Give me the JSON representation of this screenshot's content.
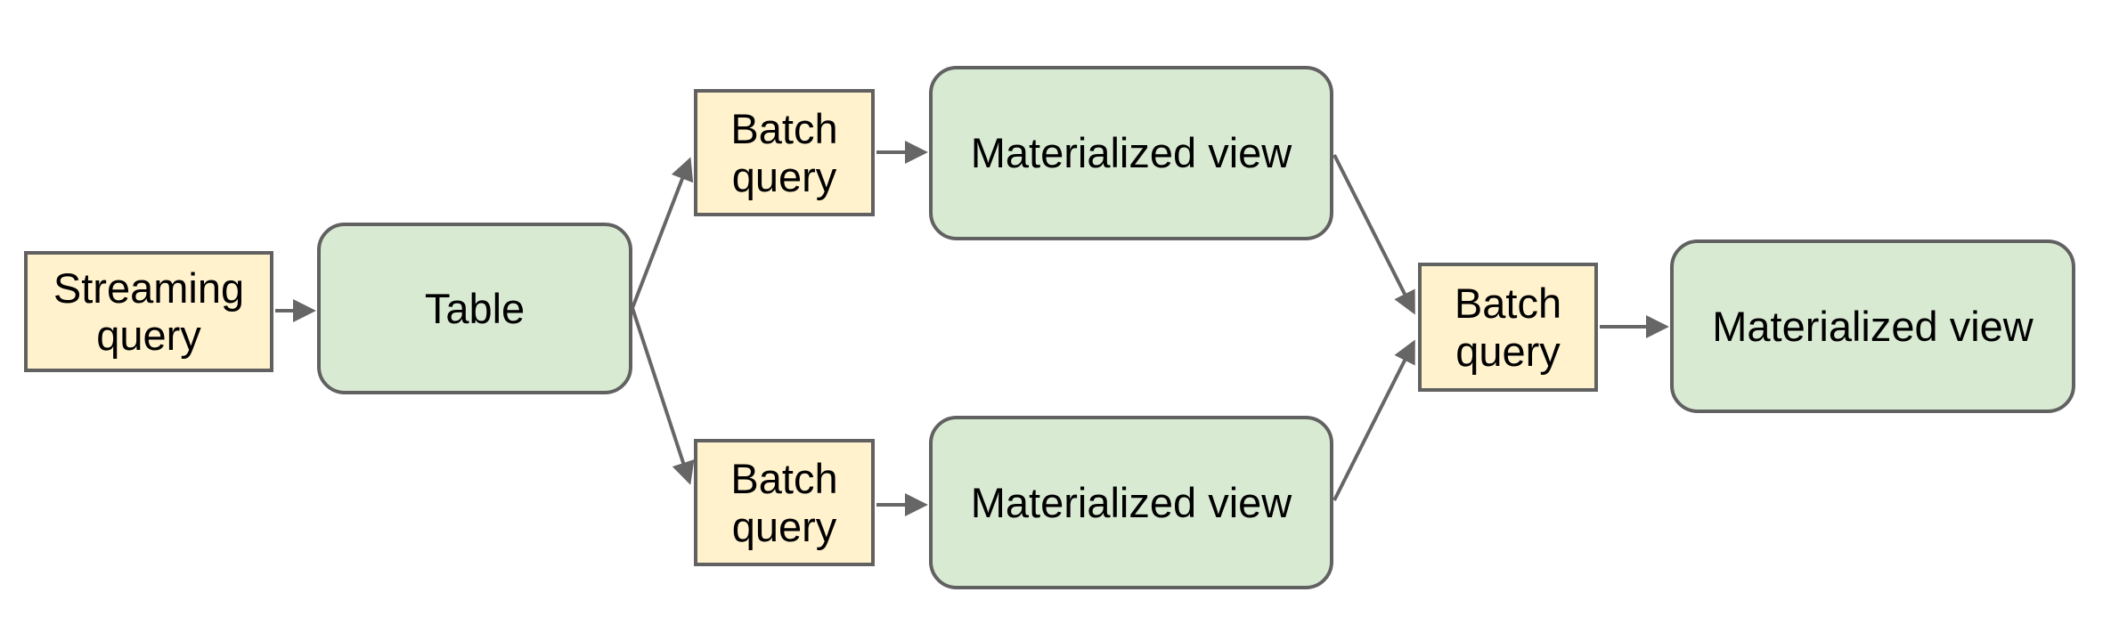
{
  "diagram": {
    "nodes": [
      {
        "id": "streaming-query",
        "label": "Streaming query",
        "kind": "query",
        "fill": "#fff2cc"
      },
      {
        "id": "table",
        "label": "Table",
        "kind": "store",
        "fill": "#d9ead3"
      },
      {
        "id": "batch-query-top",
        "label": "Batch query",
        "kind": "query",
        "fill": "#fff2cc"
      },
      {
        "id": "materialized-view-top",
        "label": "Materialized view",
        "kind": "store",
        "fill": "#d9ead3"
      },
      {
        "id": "batch-query-bottom",
        "label": "Batch query",
        "kind": "query",
        "fill": "#fff2cc"
      },
      {
        "id": "materialized-view-bottom",
        "label": "Materialized view",
        "kind": "store",
        "fill": "#d9ead3"
      },
      {
        "id": "batch-query-right",
        "label": "Batch query",
        "kind": "query",
        "fill": "#fff2cc"
      },
      {
        "id": "materialized-view-final",
        "label": "Materialized view",
        "kind": "store",
        "fill": "#d9ead3"
      }
    ],
    "edges": [
      {
        "from": "streaming-query",
        "to": "table"
      },
      {
        "from": "table",
        "to": "batch-query-top"
      },
      {
        "from": "table",
        "to": "batch-query-bottom"
      },
      {
        "from": "batch-query-top",
        "to": "materialized-view-top"
      },
      {
        "from": "batch-query-bottom",
        "to": "materialized-view-bottom"
      },
      {
        "from": "materialized-view-top",
        "to": "batch-query-right"
      },
      {
        "from": "materialized-view-bottom",
        "to": "batch-query-right"
      },
      {
        "from": "batch-query-right",
        "to": "materialized-view-final"
      }
    ],
    "colors": {
      "query_fill": "#fff2cc",
      "store_fill": "#d9ead3",
      "border": "#616161",
      "arrow": "#666666",
      "text": "#000000",
      "background": "#ffffff"
    }
  }
}
